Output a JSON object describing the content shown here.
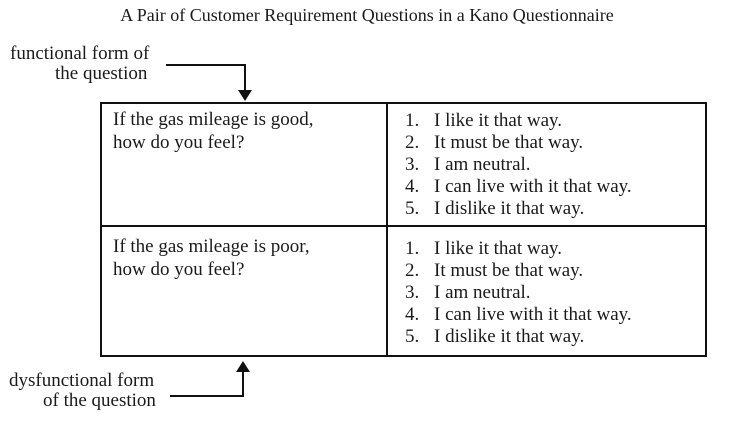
{
  "figure": {
    "title": "A Pair of Customer Requirement Questions in a Kano Questionnaire"
  },
  "labels": {
    "functional_line1": "functional form of",
    "functional_line2": "the question",
    "dysfunctional_line1": "dysfunctional form",
    "dysfunctional_line2": "of the question"
  },
  "table": {
    "rows": [
      {
        "question_line1": "If the gas mileage is good,",
        "question_line2": "how do you feel?",
        "options": [
          {
            "num": "1.",
            "text": "I like it that way."
          },
          {
            "num": "2.",
            "text": "It must be that way."
          },
          {
            "num": "3.",
            "text": "I am neutral."
          },
          {
            "num": "4.",
            "text": "I can live with it that way."
          },
          {
            "num": "5.",
            "text": "I dislike it that way."
          }
        ]
      },
      {
        "question_line1": "If the gas mileage is poor,",
        "question_line2": "how do you feel?",
        "options": [
          {
            "num": "1.",
            "text": "I like it that way."
          },
          {
            "num": "2.",
            "text": "It must be that way."
          },
          {
            "num": "3.",
            "text": "I am neutral."
          },
          {
            "num": "4.",
            "text": "I can live with it that way."
          },
          {
            "num": "5.",
            "text": "I dislike it that way."
          }
        ]
      }
    ]
  },
  "colors": {
    "ink": "#1a1a1a",
    "line": "#111111",
    "background": "#ffffff"
  }
}
